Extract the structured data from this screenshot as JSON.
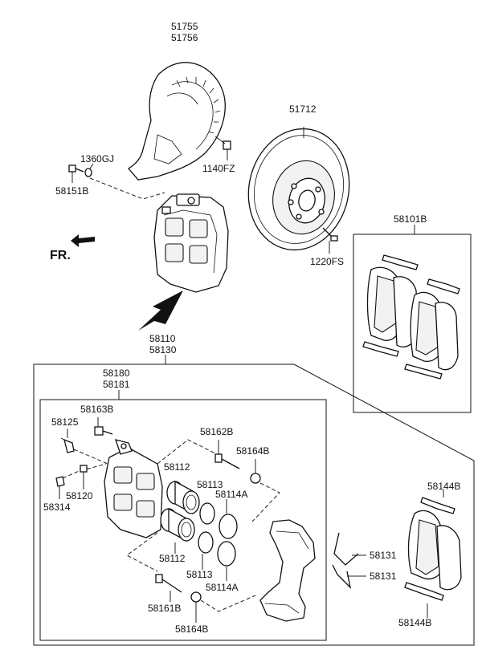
{
  "labels": {
    "shield_a": "51755",
    "shield_b": "51756",
    "disc": "51712",
    "washer": "1360GJ",
    "bolt_shield": "58151B",
    "screw_shield": "1140FZ",
    "disc_screw": "1220FS",
    "front_indicator": "FR.",
    "pad_kit": "58101B",
    "caliper_assy_a": "58110",
    "caliper_assy_b": "58130",
    "caliper_body_a": "58180",
    "caliper_body_b": "58181",
    "bleeder_bolt": "58163B",
    "cap": "58125",
    "bleeder_screw": "58120",
    "bleeder_cap": "58314",
    "guide_pin_upper": "58162B",
    "boot_upper": "58164B",
    "piston_upper": "58112",
    "seal_upper": "58113",
    "dust_boot_upper": "58114A",
    "piston_lower": "58112",
    "seal_lower": "58113",
    "dust_boot_lower": "58114A",
    "guide_pin_lower": "58161B",
    "boot_lower": "58164B",
    "shim_a": "58131",
    "shim_b": "58131",
    "pad_set": "58144B",
    "clip_set": "58144B"
  }
}
